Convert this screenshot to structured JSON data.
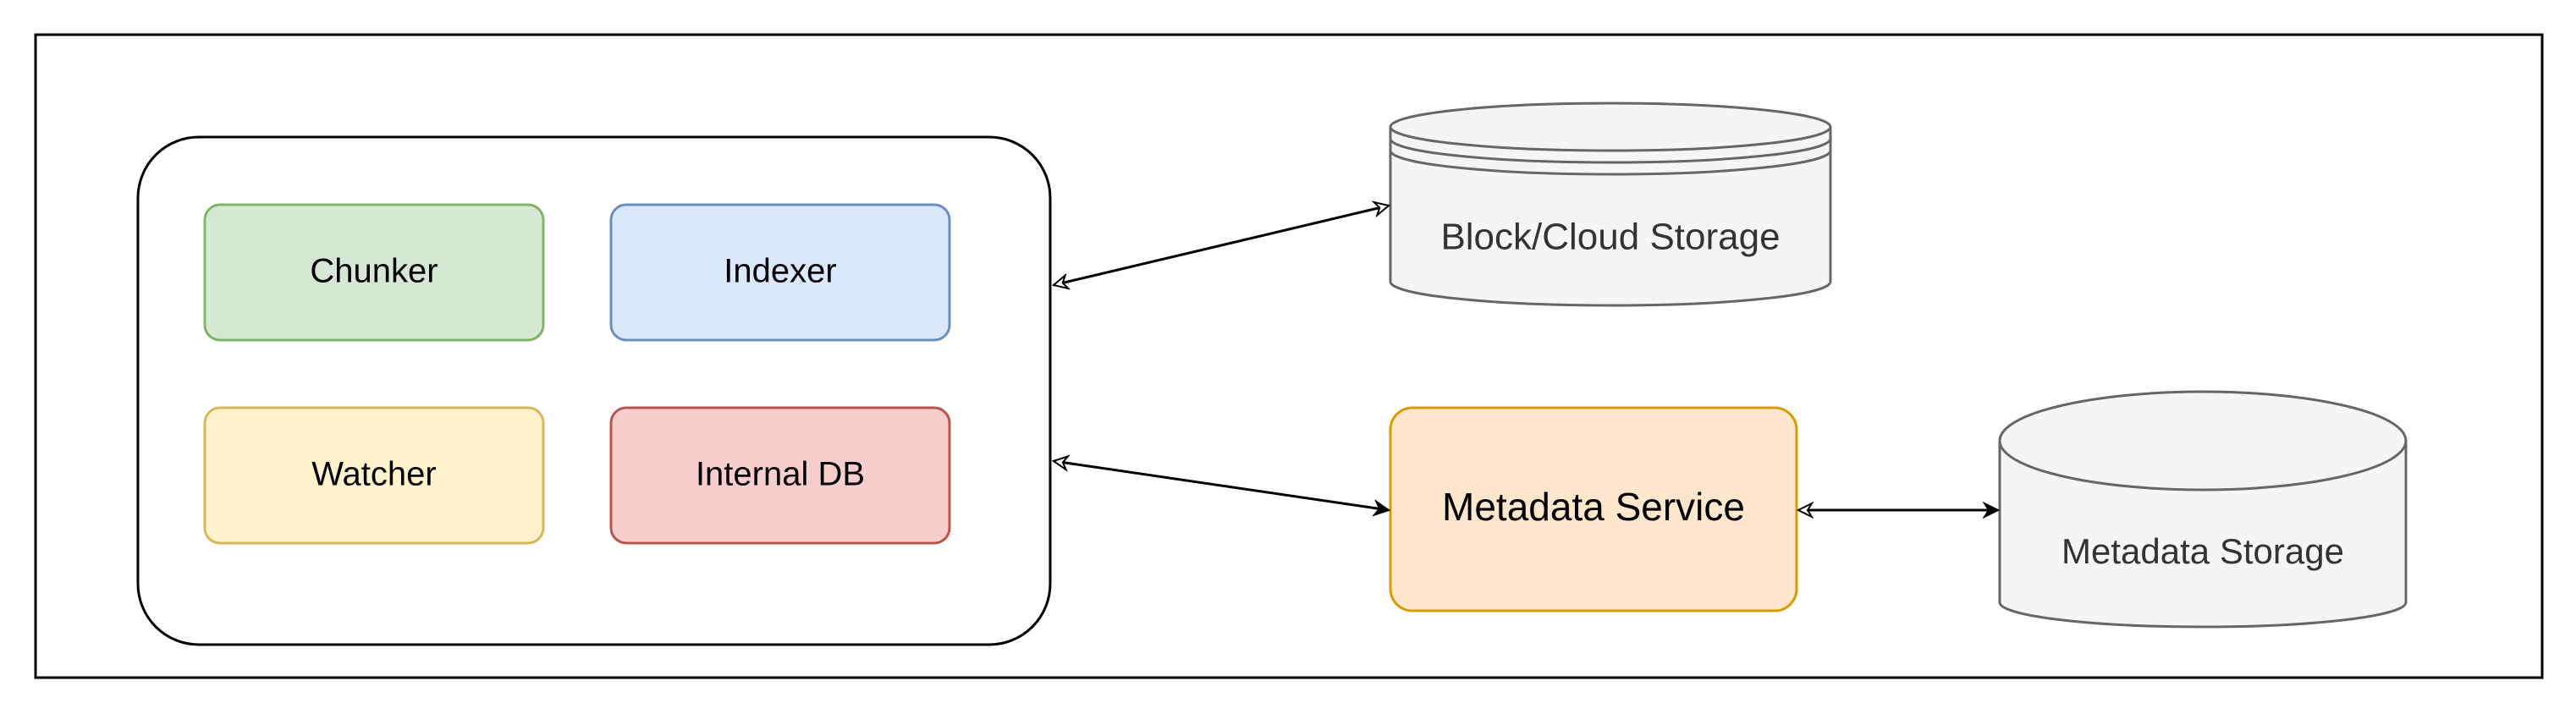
{
  "nodes": {
    "chunker": {
      "label": "Chunker",
      "fill": "#d5e8d4",
      "stroke": "#82b366"
    },
    "indexer": {
      "label": "Indexer",
      "fill": "#dae8fc",
      "stroke": "#6c8ebf"
    },
    "watcher": {
      "label": "Watcher",
      "fill": "#fff2cc",
      "stroke": "#d6b656"
    },
    "internal_db": {
      "label": "Internal DB",
      "fill": "#f8cecc",
      "stroke": "#b85450"
    },
    "block_cloud_storage": {
      "label": "Block/Cloud Storage",
      "fill": "#f5f5f5",
      "stroke": "#666666"
    },
    "metadata_service": {
      "label": "Metadata Service",
      "fill": "#ffe6cc",
      "stroke": "#d79b00"
    },
    "metadata_storage": {
      "label": "Metadata Storage",
      "fill": "#f5f5f5",
      "stroke": "#666666"
    }
  },
  "edges": [
    {
      "from": "client_container",
      "to": "block_cloud_storage",
      "direction": "bidirectional",
      "head_style": "open"
    },
    {
      "from": "client_container",
      "to": "metadata_service",
      "direction": "bidirectional",
      "head_style": "open-to-filled"
    },
    {
      "from": "metadata_service",
      "to": "metadata_storage",
      "direction": "bidirectional",
      "head_style": "open-to-filled"
    }
  ]
}
